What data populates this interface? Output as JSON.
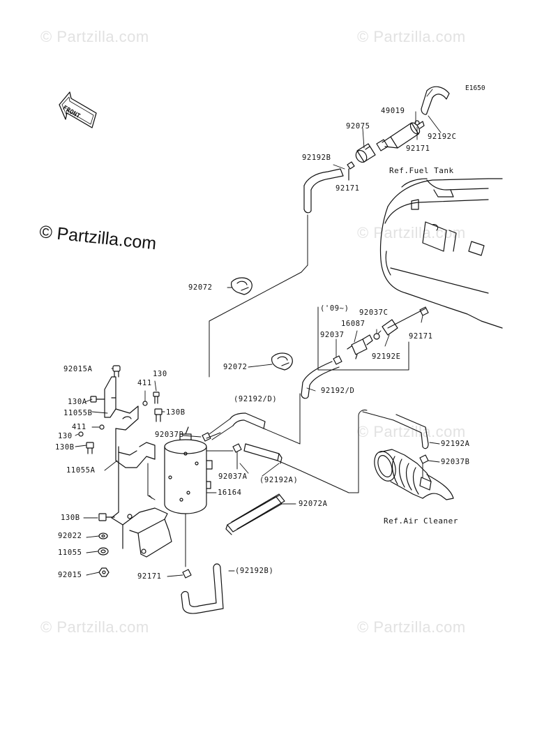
{
  "watermarks": {
    "small": "© Partzilla.com",
    "main": "© Partzilla.com"
  },
  "diagram_code": "E1650",
  "front_label": "FRONT",
  "refs": {
    "fuel_tank": "Ref.Fuel Tank",
    "air_cleaner": "Ref.Air Cleaner"
  },
  "labels": {
    "p49019": "49019",
    "p92075": "92075",
    "p92171_top": "92171",
    "p92192c": "92192C",
    "p92192b_top": "92192B",
    "p92171_mid": "92171",
    "p92072_top": "92072",
    "p09": "('09~)",
    "p92037c": "92037C",
    "p16087": "16087",
    "p92037": "92037",
    "p92192e": "92192E",
    "p92171_right": "92171",
    "p92072_mid": "92072",
    "p92192d": "92192/D",
    "p92192d_paren": "(92192/D)",
    "p92015a": "92015A",
    "p130_top": "130",
    "p411_top": "411",
    "p130a": "130A",
    "p11055b": "11055B",
    "p130b_right": "130B",
    "p411_mid": "411",
    "p130_mid": "130",
    "p92037b_left": "92037B",
    "p130b_left": "130B",
    "p11055a": "11055A",
    "p92037a": "92037A",
    "p92192a_paren": "(92192A)",
    "p92192a": "92192A",
    "p92037b_right": "92037B",
    "p16164": "16164",
    "p92072a": "92072A",
    "p130b_bottom": "130B",
    "p92022": "92022",
    "p11055": "11055",
    "p92015": "92015",
    "p92171_bottom": "92171",
    "p92192b_paren": "(92192B)"
  }
}
